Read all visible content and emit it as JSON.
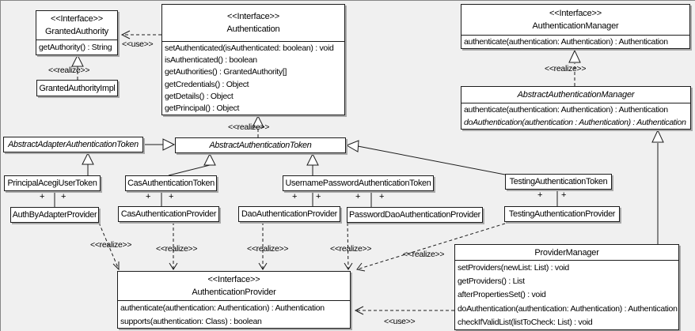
{
  "colors": {
    "background": "#f0f0f0",
    "box_fill": "#ffffff",
    "line": "#000000"
  },
  "labels": {
    "realize": "<<realize>>",
    "use": "<<use>>",
    "plus": "+"
  },
  "classes": {
    "granted_authority": {
      "stereotype": "<<Interface>>",
      "name": "GrantedAuthority",
      "methods": [
        "getAuthority() : String"
      ]
    },
    "granted_authority_impl": {
      "name": "GrantedAuthorityImpl"
    },
    "authentication": {
      "stereotype": "<<Interface>>",
      "name": "Authentication",
      "methods": [
        "setAuthenticated(isAuthenticated: boolean) : void",
        "isAuthenticated() : boolean",
        "getAuthorities() : GrantedAuthority[]",
        "getCredentials() : Object",
        "getDetails() : Object",
        "getPrincipal() : Object"
      ]
    },
    "authentication_manager": {
      "stereotype": "<<Interface>>",
      "name": "AuthenticationManager",
      "methods": [
        "authenticate(authentication: Authentication) : Authentication"
      ]
    },
    "abstract_authentication_manager": {
      "name": "AbstractAuthenticationManager",
      "methods": [
        "authenticate(authentication: Authentication) : Authentication",
        "doAuthentication(authentication : Authentication) : Authentication"
      ]
    },
    "abstract_adapter_authentication_token": {
      "name": "AbstractAdapterAuthenticationToken"
    },
    "abstract_authentication_token": {
      "name": "AbstractAuthenticationToken"
    },
    "principal_acegi_user_token": {
      "name": "PrincipalAcegiUserToken"
    },
    "cas_authentication_token": {
      "name": "CasAuthenticationToken"
    },
    "username_password_authentication_token": {
      "name": "UsernamePasswordAuthenticationToken"
    },
    "testing_authentication_token": {
      "name": "TestingAuthenticationToken"
    },
    "auth_by_adapter_provider": {
      "name": "AuthByAdapterProvider"
    },
    "cas_authentication_provider": {
      "name": "CasAuthenticationProvider"
    },
    "dao_authentication_provider": {
      "name": "DaoAuthenticationProvider"
    },
    "password_dao_authentication_provider": {
      "name": "PasswordDaoAuthenticationProvider"
    },
    "testing_authentication_provider": {
      "name": "TestingAuthenticationProvider"
    },
    "authentication_provider": {
      "stereotype": "<<Interface>>",
      "name": "AuthenticationProvider",
      "methods": [
        "authenticate(authentication: Authentication) : Authentication",
        "supports(authentication: Class) : boolean"
      ]
    },
    "provider_manager": {
      "name": "ProviderManager",
      "methods": [
        "setProviders(newList: List) : void",
        "getProviders() : List",
        "afterPropertiesSet() : void",
        "doAuthentication(authentication: Authentication) : Authentication",
        "checkIfValidList(listToCheck: List) : void"
      ]
    }
  },
  "relationships": [
    {
      "from": "Authentication",
      "to": "GrantedAuthority",
      "type": "use"
    },
    {
      "from": "GrantedAuthorityImpl",
      "to": "GrantedAuthority",
      "type": "realize"
    },
    {
      "from": "AbstractAuthenticationToken",
      "to": "Authentication",
      "type": "realize"
    },
    {
      "from": "AbstractAuthenticationManager",
      "to": "AuthenticationManager",
      "type": "realize"
    },
    {
      "from": "AbstractAdapterAuthenticationToken",
      "to": "AbstractAuthenticationToken",
      "type": "generalization"
    },
    {
      "from": "PrincipalAcegiUserToken",
      "to": "AbstractAdapterAuthenticationToken",
      "type": "generalization"
    },
    {
      "from": "CasAuthenticationToken",
      "to": "AbstractAuthenticationToken",
      "type": "generalization"
    },
    {
      "from": "UsernamePasswordAuthenticationToken",
      "to": "AbstractAuthenticationToken",
      "type": "generalization"
    },
    {
      "from": "TestingAuthenticationToken",
      "to": "AbstractAuthenticationToken",
      "type": "generalization"
    },
    {
      "from": "ProviderManager",
      "to": "AbstractAuthenticationManager",
      "type": "generalization"
    },
    {
      "from": "PrincipalAcegiUserToken",
      "to": "AuthByAdapterProvider",
      "type": "association"
    },
    {
      "from": "CasAuthenticationToken",
      "to": "CasAuthenticationProvider",
      "type": "association"
    },
    {
      "from": "UsernamePasswordAuthenticationToken",
      "to": "DaoAuthenticationProvider",
      "type": "association"
    },
    {
      "from": "UsernamePasswordAuthenticationToken",
      "to": "PasswordDaoAuthenticationProvider",
      "type": "association"
    },
    {
      "from": "TestingAuthenticationToken",
      "to": "TestingAuthenticationProvider",
      "type": "association"
    },
    {
      "from": "AuthByAdapterProvider",
      "to": "AuthenticationProvider",
      "type": "realize"
    },
    {
      "from": "CasAuthenticationProvider",
      "to": "AuthenticationProvider",
      "type": "realize"
    },
    {
      "from": "DaoAuthenticationProvider",
      "to": "AuthenticationProvider",
      "type": "realize"
    },
    {
      "from": "PasswordDaoAuthenticationProvider",
      "to": "AuthenticationProvider",
      "type": "realize"
    },
    {
      "from": "TestingAuthenticationProvider",
      "to": "AuthenticationProvider",
      "type": "realize"
    },
    {
      "from": "ProviderManager",
      "to": "AuthenticationProvider",
      "type": "use"
    }
  ]
}
